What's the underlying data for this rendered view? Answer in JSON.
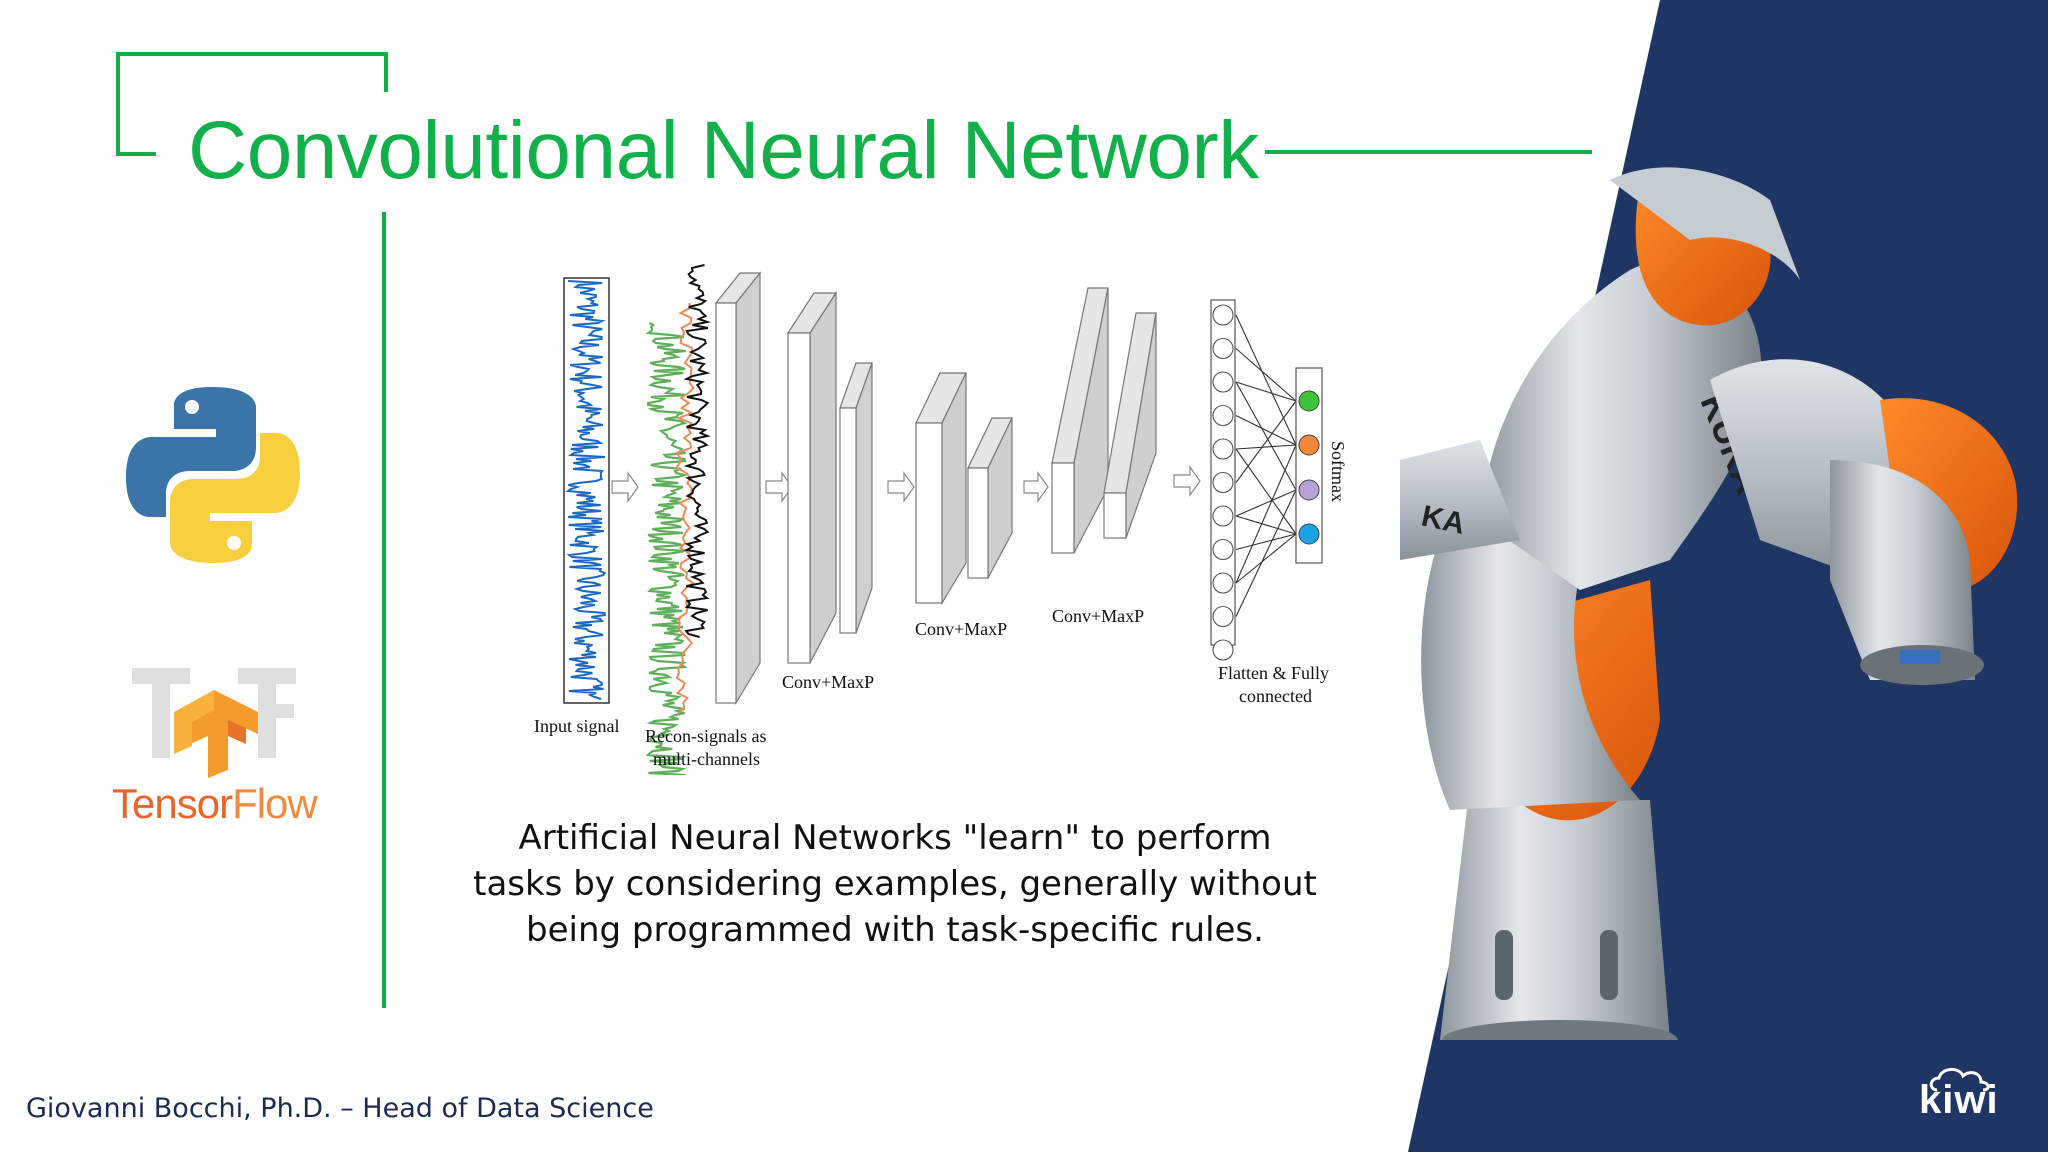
{
  "slide": {
    "title": "Convolutional Neural Network",
    "caption_lines": [
      "Artificial Neural Networks \"learn\" to perform",
      "tasks by considering examples, generally without",
      "being programmed with task-specific rules."
    ],
    "footer": "Giovanni Bocchi, Ph.D. – Head of Data Science",
    "brand_logo_text": "kiwi",
    "robot_label": "KUKA"
  },
  "logos": {
    "tensorflow_word1": "Tensor",
    "tensorflow_word2": "Flow",
    "python_icon": "python-logo-icon",
    "tensorflow_icon": "tensorflow-logo-icon"
  },
  "diagram": {
    "labels": {
      "input": "Input signal",
      "recon_1": "Recon-signals as",
      "recon_2": "multi-channels",
      "conv1": "Conv+MaxP",
      "conv2": "Conv+MaxP",
      "conv3": "Conv+MaxP",
      "flatten_1": "Flatten & Fully",
      "flatten_2": "connected",
      "softmax": "Softmax"
    },
    "output_colors": [
      "#3cc43c",
      "#f0883a",
      "#b7a2d6",
      "#1aa3e8"
    ]
  },
  "colors": {
    "accent_green": "#12b04a",
    "navy": "#1f3563",
    "python_blue": "#3a74a8",
    "python_yellow": "#f8cf3f",
    "tf_orange": "#f39b2b"
  }
}
